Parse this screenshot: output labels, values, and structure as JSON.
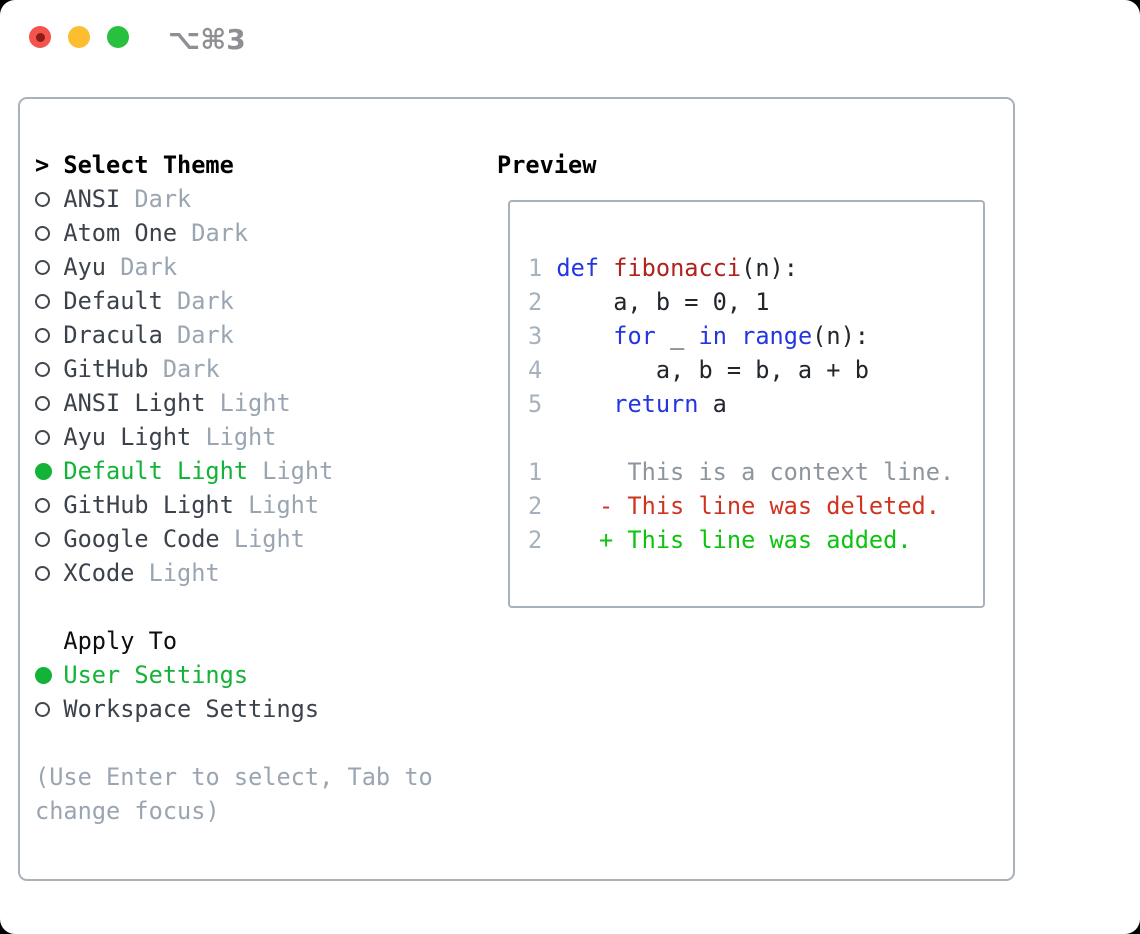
{
  "window": {
    "title": "⌥⌘3"
  },
  "theme_list": {
    "header_prefix": ">",
    "header": "Select Theme",
    "items": [
      {
        "name": "ANSI",
        "variant": "Dark",
        "selected": false
      },
      {
        "name": "Atom One",
        "variant": "Dark",
        "selected": false
      },
      {
        "name": "Ayu",
        "variant": "Dark",
        "selected": false
      },
      {
        "name": "Default",
        "variant": "Dark",
        "selected": false
      },
      {
        "name": "Dracula",
        "variant": "Dark",
        "selected": false
      },
      {
        "name": "GitHub",
        "variant": "Dark",
        "selected": false
      },
      {
        "name": "ANSI Light",
        "variant": "Light",
        "selected": false
      },
      {
        "name": "Ayu Light",
        "variant": "Light",
        "selected": false
      },
      {
        "name": "Default Light",
        "variant": "Light",
        "selected": true
      },
      {
        "name": "GitHub Light",
        "variant": "Light",
        "selected": false
      },
      {
        "name": "Google Code",
        "variant": "Light",
        "selected": false
      },
      {
        "name": "XCode",
        "variant": "Light",
        "selected": false
      }
    ]
  },
  "apply_to": {
    "header": "Apply To",
    "options": [
      {
        "label": "User Settings",
        "selected": true
      },
      {
        "label": "Workspace Settings",
        "selected": false
      }
    ]
  },
  "footer": {
    "lines": [
      "(Use Enter to select, Tab to",
      "change focus)"
    ]
  },
  "preview": {
    "header": "Preview",
    "code_lines": [
      {
        "num": "1",
        "segments": [
          {
            "t": " "
          },
          {
            "t": "def",
            "c": "kw"
          },
          {
            "t": " "
          },
          {
            "t": "fibonacci",
            "c": "fn"
          },
          {
            "t": "(n):"
          }
        ]
      },
      {
        "num": "2",
        "segments": [
          {
            "t": "     a, b = 0, 1"
          }
        ]
      },
      {
        "num": "3",
        "segments": [
          {
            "t": "     "
          },
          {
            "t": "for",
            "c": "kw"
          },
          {
            "t": " _ "
          },
          {
            "t": "in",
            "c": "kw"
          },
          {
            "t": " "
          },
          {
            "t": "range",
            "c": "kw"
          },
          {
            "t": "(n):"
          }
        ]
      },
      {
        "num": "4",
        "segments": [
          {
            "t": "        a, b = b, a + b"
          }
        ]
      },
      {
        "num": "5",
        "segments": [
          {
            "t": "     "
          },
          {
            "t": "return",
            "c": "kw"
          },
          {
            "t": " a"
          }
        ]
      },
      {
        "num": "",
        "segments": []
      },
      {
        "num": "1",
        "segments": [
          {
            "t": "      This is a context line.",
            "c": "ctx"
          }
        ]
      },
      {
        "num": "2",
        "segments": [
          {
            "t": "    - This line was deleted.",
            "c": "del"
          }
        ]
      },
      {
        "num": "2",
        "segments": [
          {
            "t": "    + This line was added.",
            "c": "add"
          }
        ]
      }
    ]
  },
  "colors": {
    "accent_green": "#12b337",
    "keyword_blue": "#2336e0",
    "function_red": "#b0221c",
    "deleted_red": "#cf3420",
    "added_green": "#0cc40f",
    "muted_gray": "#9aa5b2",
    "item_text": "#3b424b",
    "code_text": "#21262d",
    "line_number": "#a6b1bd",
    "context_gray": "#8d959e",
    "panel_border": "#a9b1ba",
    "traffic_red": "#f4534e",
    "traffic_red_dot": "#8c1d16",
    "traffic_yellow": "#fcbd2f",
    "traffic_green": "#2ac03f"
  }
}
